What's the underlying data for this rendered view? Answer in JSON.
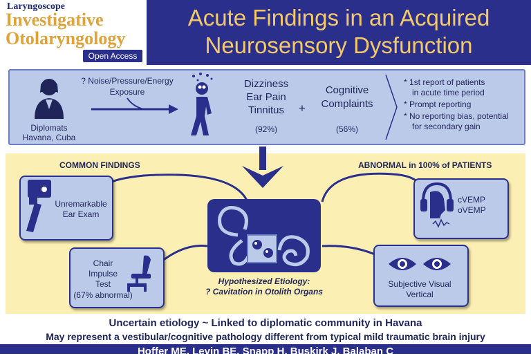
{
  "logo": {
    "publisher": "Laryngoscope",
    "journal_line1": "Investigative",
    "journal_line2": "Otolaryngology",
    "badge": "Open Access"
  },
  "title": {
    "line1": "Acute Findings in an Acquired",
    "line2": "Neurosensory Dysfunction"
  },
  "top_panel": {
    "population_line1": "Diplomats",
    "population_line2": "Havana, Cuba",
    "exposure_line1": "? Noise/Pressure/Energy",
    "exposure_line2": "Exposure",
    "symptoms": [
      "Dizziness",
      "Ear Pain",
      "Tinnitus"
    ],
    "symptoms_pct": "(92%)",
    "plus": "+",
    "cognitive_line1": "Cognitive",
    "cognitive_line2": "Complaints",
    "cognitive_pct": "(56%)",
    "notes": [
      {
        "l1": "* 1st report of patients",
        "l2": "in acute time period"
      },
      {
        "l1": "* Prompt reporting",
        "l2": ""
      },
      {
        "l1": "* No reporting bias, potential",
        "l2": "for secondary gain"
      }
    ]
  },
  "findings": {
    "common_heading": "COMMON FINDINGS",
    "abnormal_heading": "ABNORMAL in 100% of PATIENTS",
    "ear_exam_line1": "Unremarkable",
    "ear_exam_line2": "Ear Exam",
    "chair_line1": "Chair",
    "chair_line2": "Impulse",
    "chair_line3": "Test",
    "chair_line4": "(67% abnormal)",
    "vemp_line1": "cVEMP",
    "vemp_line2": "oVEMP",
    "svv_line1": "Subjective Visual",
    "svv_line2": "Vertical",
    "etiology_line1": "Hypothesized Etiology:",
    "etiology_line2": "? Cavitation in Otolith Organs"
  },
  "footer": {
    "line1": "Uncertain etiology ~ Linked to diplomatic community in Havana",
    "line2": "May represent a vestibular/cognitive pathology different from typical mild traumatic brain injury",
    "authors": "Hoffer ME, Levin BE, Snapp H, Buskirk J, Balaban C"
  },
  "colors": {
    "navy": "#2b2f8c",
    "gold": "#f3c96a",
    "light_blue": "#bccaea",
    "cream": "#fcefb3"
  }
}
